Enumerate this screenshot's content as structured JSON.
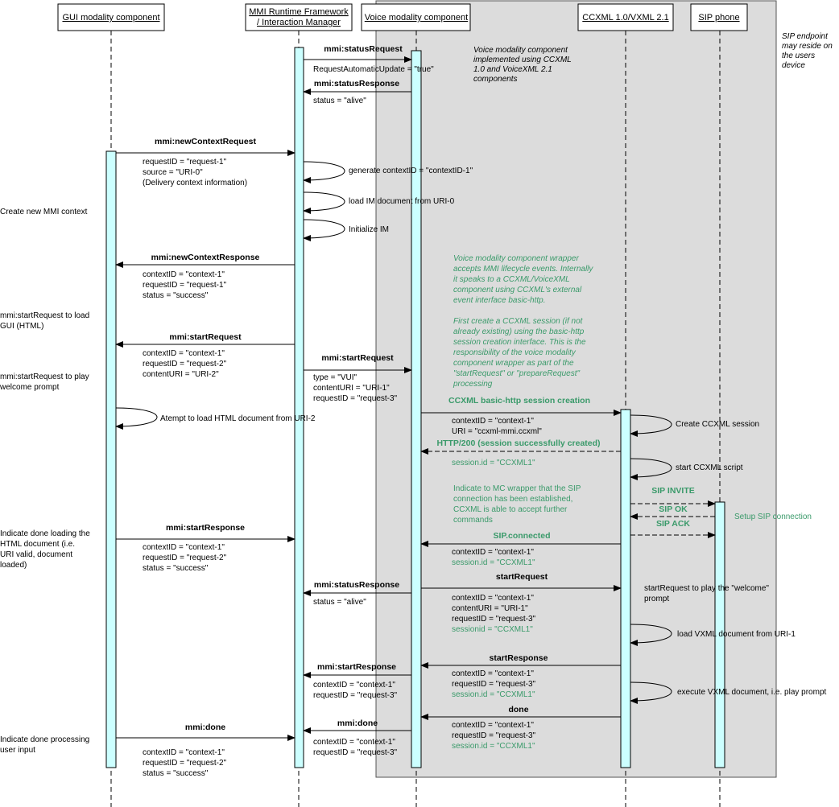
{
  "participants": {
    "gui": "GUI modality component",
    "mmi_line1": "MMI Runtime Framework",
    "mmi_line2": "/ Interaction Manager",
    "voice": "Voice modality component",
    "ccxml": "CCXML 1.0/VXML 2.1",
    "sip": "SIP phone"
  },
  "notes": {
    "sip_endpoint": [
      "SIP endpoint",
      "may reside on",
      "the users",
      "device"
    ],
    "voice_impl": [
      "Voice modality component",
      "implemented using CCXML",
      "1.0 and VoiceXML 2.1",
      "components"
    ],
    "wrapper": [
      "Voice modality component wrapper",
      "accepts MMI lifecycle events. Internally",
      "it speaks to a CCXML/VoiceXML",
      "component using CCXML's external",
      "event interface basic-http."
    ],
    "first_create": [
      "First create a CCXML session (if not",
      "already existing) using the basic-http",
      "session creation interface. This is the",
      "responsibility of the voice modality",
      "component wrapper as part of the",
      "\"startRequest\"  or \"prepareRequest\"",
      "processing"
    ],
    "indicate_mc": [
      "Indicate to MC wrapper that the SIP",
      "connection has been established,",
      "CCXML is able to accept further",
      "commands"
    ],
    "setup_sip": "Setup SIP connection"
  },
  "left_notes": {
    "create_ctx": "Create new MMI context",
    "start_gui": [
      "mmi:startRequest to load",
      "GUI (HTML)"
    ],
    "start_welcome": [
      "mmi:startRequest to play",
      "welcome prompt"
    ],
    "done_loading": [
      "Indicate done loading the",
      "HTML document (i.e.",
      "URI valid, document",
      "loaded)"
    ],
    "done_processing": [
      "Indicate done processing",
      "user input"
    ]
  },
  "messages": {
    "m1": "mmi:statusRequest",
    "m1_params": [
      "RequestAutomaticUpdate = \"true\""
    ],
    "m2": "mmi:statusResponse",
    "m2_params": [
      "status = \"alive\""
    ],
    "m3": "mmi:newContextRequest",
    "m3_params": [
      "requestID = \"request-1\"",
      "source = \"URI-0\"",
      "(Delivery context information)"
    ],
    "self_gen": "generate contextID = \"contextID-1\"",
    "self_load": "load IM document from URI-0",
    "self_init": "Initialize IM",
    "m4": "mmi:newContextResponse",
    "m4_params": [
      "contextID = \"context-1\"",
      "requestID = \"request-1\"",
      "status = \"success\""
    ],
    "m5": "mmi:startRequest",
    "m5_params": [
      "contextID = \"context-1\"",
      "requestID = \"request-2\"",
      "contentURI = \"URI-2\""
    ],
    "m6": "mmi:startRequest",
    "m6_params": [
      "type = \"VUI\"",
      "contentURI = \"URI-1\"",
      "requestID = \"request-3\""
    ],
    "self_atempt": "Atempt to load HTML document from URI-2",
    "m7": "CCXML basic-http session creation",
    "m7_params": [
      "contextID = \"context-1\"",
      "URI = \"ccxml-mmi.ccxml\""
    ],
    "self_create_ccxml": "Create CCXML session",
    "m8": "HTTP/200 (session successfully created)",
    "m8_params": [
      "session.id = \"CCXML1\""
    ],
    "self_start_ccxml": "start CCXML script",
    "m9": "SIP INVITE",
    "m10": "SIP OK",
    "m11": "SIP ACK",
    "m12": "mmi:startResponse",
    "m12_params": [
      "contextID = \"context-1\"",
      "requestID = \"request-2\"",
      "status = \"success\""
    ],
    "m13": "SIP.connected",
    "m13_params": [
      "contextID = \"context-1\"",
      "session.id = \"CCXML1\""
    ],
    "m14": "mmi:statusResponse",
    "m14_params": [
      "status = \"alive\""
    ],
    "m15": "startRequest",
    "m15_params": [
      "contextID = \"context-1\"",
      "contentURI = \"URI-1\"",
      "requestID = \"request-3\"",
      "sessionid = \"CCXML1\""
    ],
    "note_welcome": [
      "startRequest to play the \"welcome\"",
      "prompt"
    ],
    "self_load_vxml": "load VXML document from URI-1",
    "m16": "startResponse",
    "m16_params": [
      "contextID = \"context-1\"",
      "requestID = \"request-3\"",
      "session.id = \"CCXML1\""
    ],
    "m17": "mmi:startResponse",
    "m17_params": [
      "contextID = \"context-1\"",
      "requestID = \"request-3\""
    ],
    "self_exec": "execute VXML document, i.e. play prompt",
    "m18": "done",
    "m18_params": [
      "contextID = \"context-1\"",
      "requestID = \"request-3\"",
      "session.id = \"CCXML1\""
    ],
    "m19": "mmi:done",
    "m19_params": [
      "contextID = \"context-1\"",
      "requestID = \"request-3\""
    ],
    "m20": "mmi:done",
    "m20_params": [
      "contextID = \"context-1\"",
      "requestID = \"request-2\"",
      "status = \"success\""
    ]
  },
  "colors": {
    "activation": "#ccffff",
    "region": "#dcdcdc",
    "green": "#3a9a6a"
  }
}
